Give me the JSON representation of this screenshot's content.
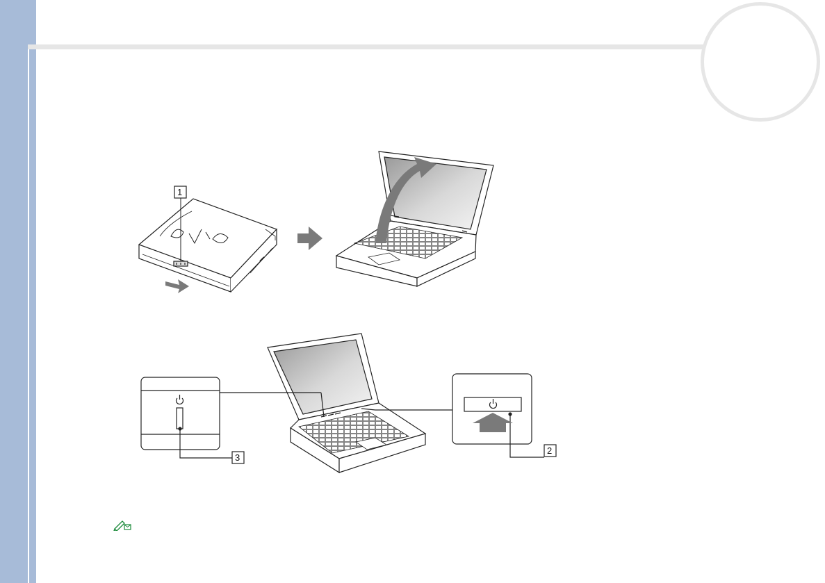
{
  "callouts": {
    "latch": "1",
    "power_button": "2",
    "power_indicator": "3"
  },
  "colors": {
    "sidebar": "#a7bbd8",
    "header_line": "#e6e6e6",
    "arrow_gray": "#7a7a7a"
  },
  "icons": {
    "note": "note-pencil-icon",
    "power": "power-symbol-icon"
  }
}
